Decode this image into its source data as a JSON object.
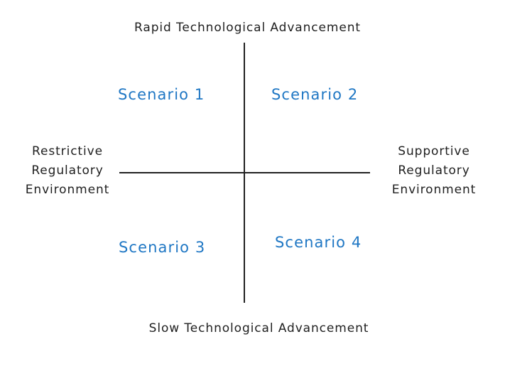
{
  "diagram": {
    "type": "two-by-two-matrix",
    "background_color": "#ffffff",
    "axis_color": "#222222",
    "text_color": "#1f1f1f",
    "accent_color": "#1f77c4",
    "axes": {
      "vertical": {
        "top_label": "Rapid Technological Advancement",
        "bottom_label": "Slow Technological Advancement"
      },
      "horizontal": {
        "left_label_lines": [
          "Restrictive",
          "Regulatory",
          "Environment"
        ],
        "right_label_lines": [
          "Supportive",
          "Regulatory",
          "Environment"
        ],
        "left_label": "Restrictive Regulatory Environment",
        "right_label": "Supportive Regulatory Environment"
      }
    },
    "quadrants": [
      {
        "id": "top-left",
        "label": "Scenario 1",
        "vertical_axis": "Rapid Technological Advancement",
        "horizontal_axis": "Restrictive Regulatory Environment"
      },
      {
        "id": "top-right",
        "label": "Scenario 2",
        "vertical_axis": "Rapid Technological Advancement",
        "horizontal_axis": "Supportive Regulatory Environment"
      },
      {
        "id": "bottom-left",
        "label": "Scenario 3",
        "vertical_axis": "Slow Technological Advancement",
        "horizontal_axis": "Restrictive Regulatory Environment"
      },
      {
        "id": "bottom-right",
        "label": "Scenario 4",
        "vertical_axis": "Slow Technological Advancement",
        "horizontal_axis": "Supportive Regulatory Environment"
      }
    ]
  }
}
